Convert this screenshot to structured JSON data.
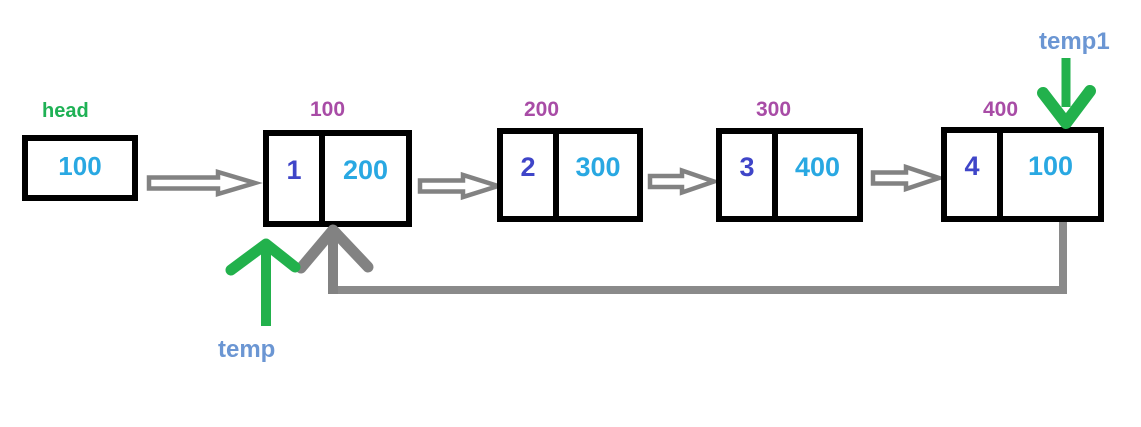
{
  "diagram_label": "circular-linked-list",
  "head": {
    "label": "head",
    "value": "100"
  },
  "nodes": [
    {
      "address": "100",
      "data": "1",
      "next": "200"
    },
    {
      "address": "200",
      "data": "2",
      "next": "300"
    },
    {
      "address": "300",
      "data": "3",
      "next": "400"
    },
    {
      "address": "400",
      "data": "4",
      "next": "100"
    }
  ],
  "pointers": {
    "temp_label": "temp",
    "temp1_label": "temp1"
  },
  "icons": {
    "link_arrow": "hollow-right-arrow",
    "temp_arrow": "green-up-arrow",
    "temp1_arrow": "green-down-arrow",
    "loop_arrow": "gray-loopback-up-arrow"
  },
  "colors": {
    "head_green": "#1fb155",
    "arrow_green": "#22b14c",
    "address_purple": "#a84ca6",
    "data_indigo": "#3f45c8",
    "pointer_cyan": "#29a8e2",
    "temp_blue": "#6b96d3",
    "arrow_gray": "#828282",
    "box_black": "#000000"
  }
}
